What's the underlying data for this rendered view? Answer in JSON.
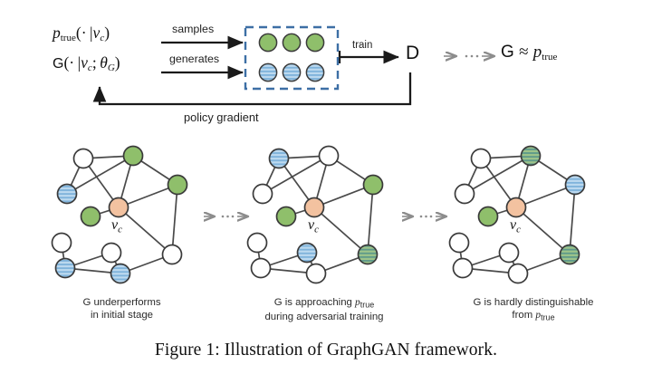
{
  "figure": {
    "caption": "Figure 1: Illustration of GraphGAN framework.",
    "colors": {
      "node_true_green": "#8fbf6b",
      "node_gen_blue": "#a8cce6",
      "node_mixed": "#7fae86",
      "node_center_peach": "#f3c2a0",
      "node_white": "#ffffff",
      "node_stroke": "#3a3a3a",
      "edge": "#4a4a4a",
      "dashed_box": "#3d6fa5",
      "arrow_dark": "#1a1a1a",
      "arrow_gray": "#8c8c8c"
    }
  },
  "flow": {
    "ptrue_formula": "p_true( · | v_c )",
    "generator_formula": "G( · | v_c ; θ_G )",
    "samples_label": "samples",
    "generates_label": "generates",
    "train_label": "train",
    "policy_gradient_label": "policy gradient",
    "discriminator_label": "D",
    "ellipsis_label": "⋯",
    "result_label": "G ≈ p_true",
    "sample_box": {
      "true_row": [
        "true-sample-1",
        "true-sample-2",
        "true-sample-3"
      ],
      "generated_row": [
        "generated-sample-1",
        "generated-sample-2",
        "generated-sample-3"
      ]
    }
  },
  "stages": [
    {
      "id": "stage-initial",
      "caption_line1": "G underperforms",
      "caption_line2": "in initial stage",
      "center_label": "v_c"
    },
    {
      "id": "stage-adversarial",
      "caption_line1": "G is approaching p_true",
      "caption_line2": "during adversarial training",
      "center_label": "v_c"
    },
    {
      "id": "stage-converged",
      "caption_line1": "G is hardly distinguishable",
      "caption_line2": "from p_true",
      "center_label": "v_c"
    }
  ],
  "graph_topology": {
    "nodes": [
      "n0",
      "n1",
      "n2",
      "n3",
      "n4",
      "n5",
      "n6",
      "n7",
      "n8",
      "n9",
      "n10",
      "n11",
      "center"
    ],
    "edges": [
      [
        "n0",
        "n1"
      ],
      [
        "n0",
        "n3"
      ],
      [
        "n0",
        "center"
      ],
      [
        "n1",
        "n3"
      ],
      [
        "n1",
        "center"
      ],
      [
        "n1",
        "n2"
      ],
      [
        "n2",
        "center"
      ],
      [
        "n2",
        "n6"
      ],
      [
        "n6",
        "center"
      ],
      [
        "n5",
        "center"
      ],
      [
        "n4",
        "n7"
      ],
      [
        "n4",
        "n8"
      ],
      [
        "n7",
        "n8"
      ],
      [
        "n7",
        "n9"
      ],
      [
        "n8",
        "n9"
      ],
      [
        "n9",
        "n6"
      ]
    ]
  },
  "node_states": {
    "stage-initial": {
      "n0": "white",
      "n1": "green",
      "n2": "green",
      "n3": "blue",
      "n4": "white",
      "n5": "green",
      "n6": "white",
      "n7": "white",
      "n8": "blue",
      "n9": "blue",
      "center": "peach"
    },
    "stage-adversarial": {
      "n0": "blue",
      "n1": "white",
      "n2": "green",
      "n3": "white",
      "n4": "white",
      "n5": "green",
      "n6": "mixed",
      "n7": "blue",
      "n8": "white",
      "n9": "white",
      "center": "peach"
    },
    "stage-converged": {
      "n0": "white",
      "n1": "mixed",
      "n2": "blue",
      "n3": "white",
      "n4": "white",
      "n5": "green",
      "n6": "mixed",
      "n7": "white",
      "n8": "white",
      "n9": "white",
      "center": "peach"
    }
  }
}
